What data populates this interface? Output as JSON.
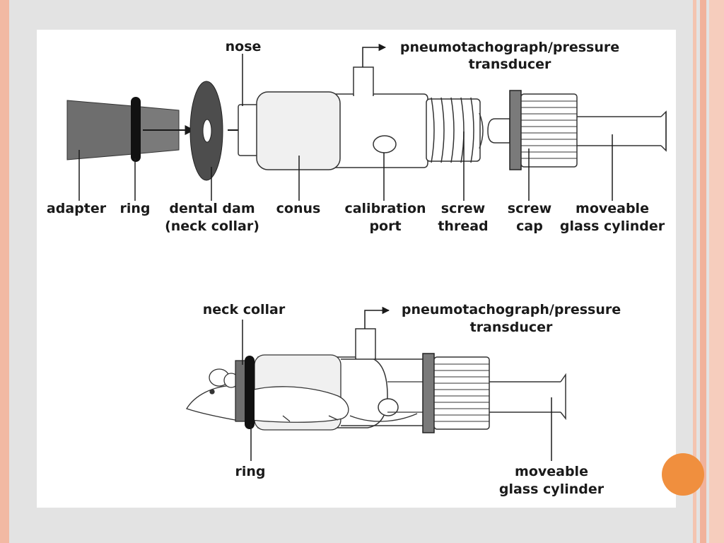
{
  "top_diagram": {
    "nose": "nose",
    "output_line1": "pneumotachograph/pressure",
    "output_line2": "transducer",
    "adapter": "adapter",
    "ring": "ring",
    "dental_dam_line1": "dental dam",
    "dental_dam_line2": "(neck collar)",
    "conus": "conus",
    "calibration_line1": "calibration",
    "calibration_line2": "port",
    "screw_thread_line1": "screw",
    "screw_thread_line2": "thread",
    "screw_cap_line1": "screw",
    "screw_cap_line2": "cap",
    "cylinder_line1": "moveable",
    "cylinder_line2": "glass cylinder"
  },
  "bottom_diagram": {
    "neck_collar": "neck collar",
    "output_line1": "pneumotachograph/pressure",
    "output_line2": "transducer",
    "ring": "ring",
    "cylinder_line1": "moveable",
    "cylinder_line2": "glass cylinder"
  },
  "colors": {
    "accent_orange": "#f08f3e",
    "stripe_salmon": "#f2b9a3",
    "ink": "#1a1a1a",
    "dark_gray": "#4d4d4d",
    "mid_gray": "#6e6e6e",
    "light_fill": "#f0f0f0"
  }
}
